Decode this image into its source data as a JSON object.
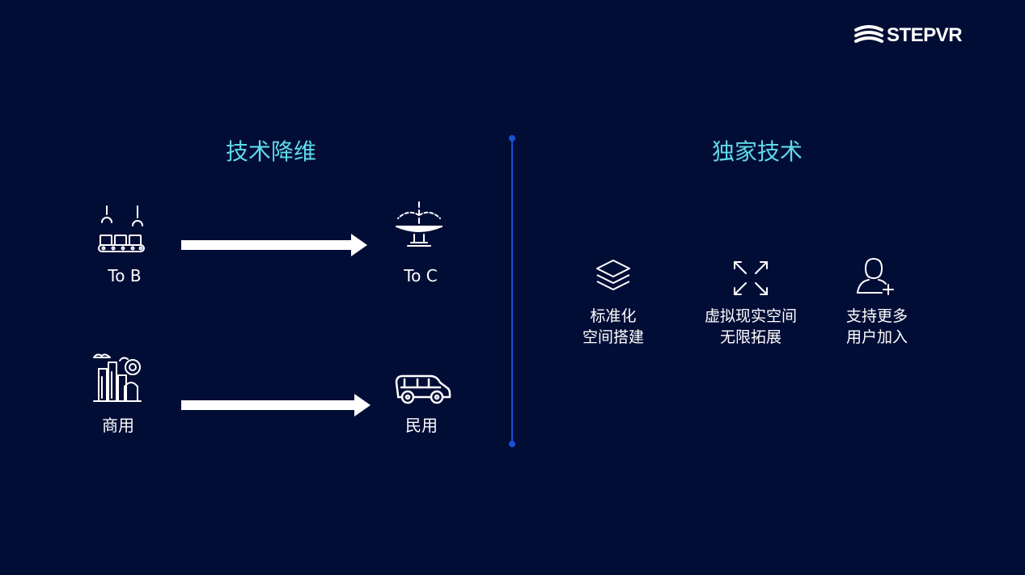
{
  "logo": {
    "text": "STEPVR"
  },
  "left_section": {
    "title": "技术降维",
    "rows": [
      {
        "from_label": "To B",
        "from_icon": "factory-robot-arms-icon",
        "to_label": "To C",
        "to_icon": "fountain-icon"
      },
      {
        "from_label": "商用",
        "from_icon": "industrial-buildings-icon",
        "to_label": "民用",
        "to_icon": "car-icon"
      }
    ]
  },
  "right_section": {
    "title": "独家技术",
    "features": [
      {
        "icon": "layers-icon",
        "line1": "标准化",
        "line2": "空间搭建"
      },
      {
        "icon": "expand-arrows-icon",
        "line1": "虚拟现实空间",
        "line2": "无限拓展"
      },
      {
        "icon": "add-user-icon",
        "line1": "支持更多",
        "line2": "用户加入"
      }
    ]
  },
  "colors": {
    "background": "#020d36",
    "title": "#5fd9e8",
    "divider": "#1a4fd6",
    "text": "#ffffff"
  }
}
